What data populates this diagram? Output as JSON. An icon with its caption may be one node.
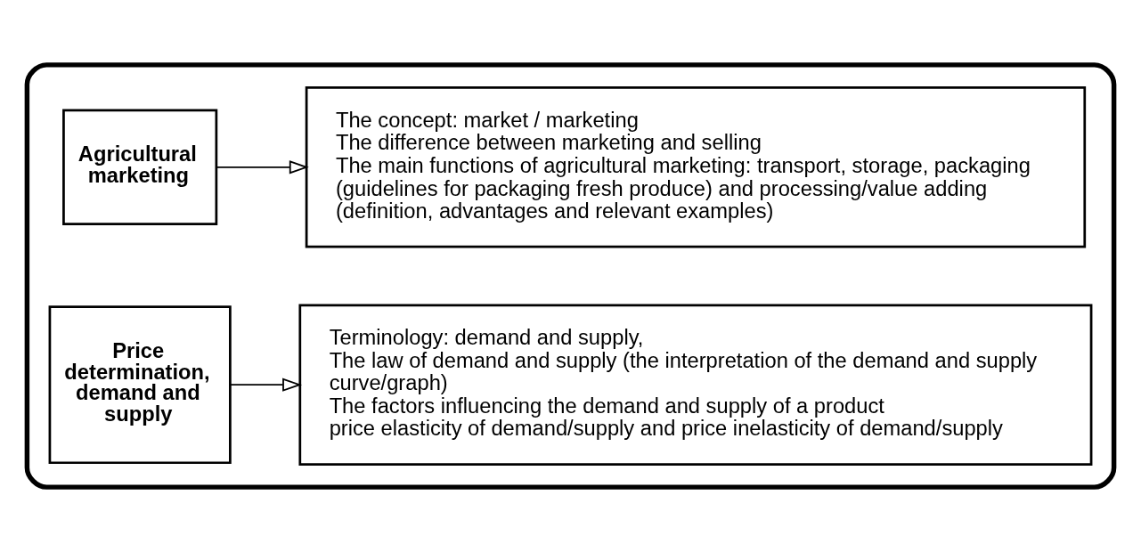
{
  "diagram": {
    "nodes": [
      {
        "text": [],
        "shape": "box"
      },
      {
        "text": [
          "Agricultural marketing"
        ],
        "in": 0
      },
      {
        "text": [
          "The concept: market / marketing",
          "The difference between marketing and selling",
          "The main functions of agricultural marketing: transport, storage, packaging (guidelines for packaging fresh produce) and processing/value adding (definition, advantages and relevant examples)"
        ],
        "in": 0
      },
      {
        "text": [
          "Price determination, demand and supply"
        ],
        "in": 0
      },
      {
        "text": [
          "Terminology: demand and supply,",
          "The law of demand and supply (the interpretation of the demand and supply curve/graph)",
          "The factors influencing the demand and supply of a product",
          "price elasticity of demand/supply and price inelasticity of demand/supply"
        ],
        "in": 0
      }
    ],
    "edges": [
      {
        "from": 1,
        "to": 2,
        "arrow": "to"
      },
      {
        "from": 3,
        "to": 4,
        "arrow": "to"
      }
    ]
  }
}
